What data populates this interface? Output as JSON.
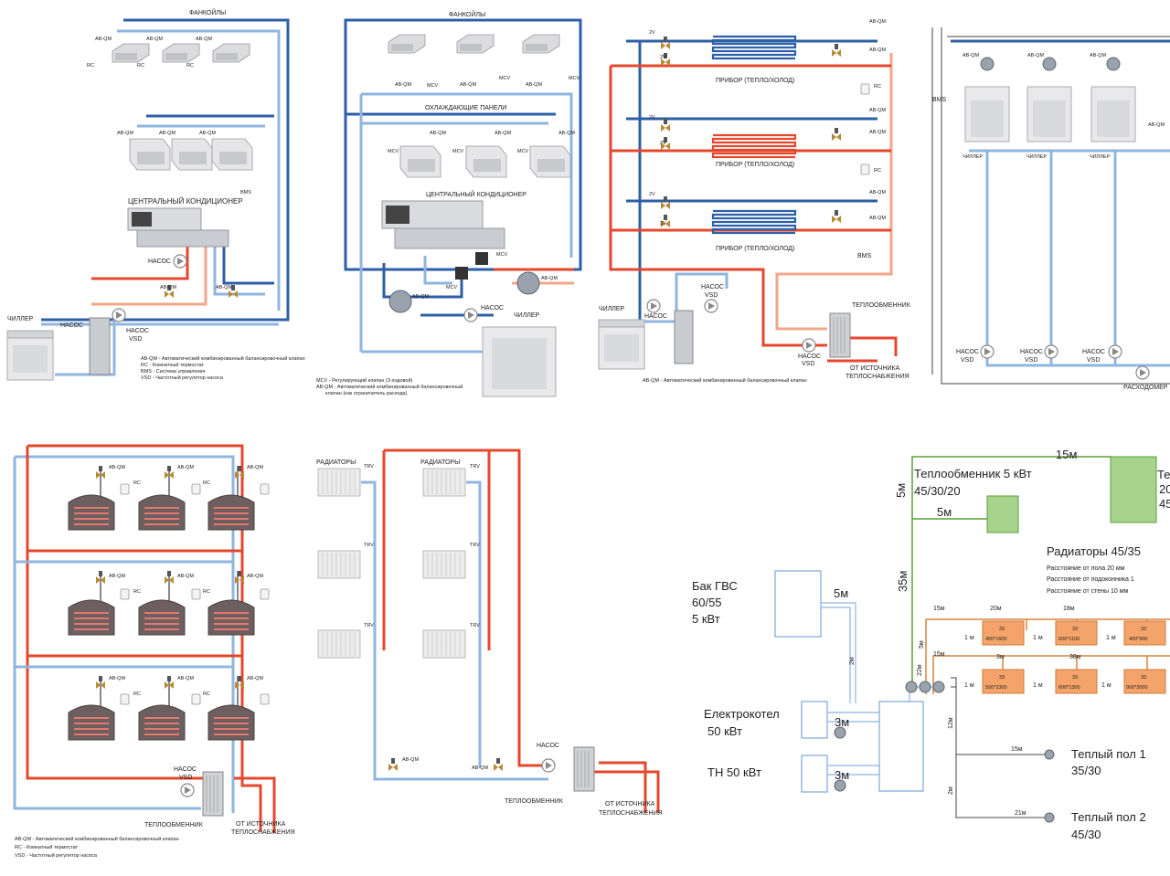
{
  "d1": {
    "fancoils": "ФАНКОЙЛЫ",
    "abqm": "AB-QM",
    "rc": "RC",
    "bms": "BMS",
    "ahu": "ЦЕНТРАЛЬНЫЙ КОНДИЦИОНЕР",
    "pump": "НАСОС",
    "chiller": "ЧИЛЛЕР",
    "pump_vsd_1": "НАСОС",
    "pump_vsd_2": "VSD",
    "legend": [
      "AB-QM - Автоматический комбинированный балансировочный клапан",
      "RC - Комнатный термостат",
      "BMS - Система управления",
      "VSD - Частотный регулятор насоса"
    ]
  },
  "d2": {
    "fancoils": "ФАНКОЙЛЫ",
    "abqm": "AB-QM",
    "mcv": "MCV",
    "panels": "ОХЛАЖДАЮЩИЕ ПАНЕЛИ",
    "ahu": "ЦЕНТРАЛЬНЫЙ КОНДИЦИОНЕР",
    "pump": "НАСОС",
    "chiller": "ЧИЛЛЕР",
    "legend": [
      "MCV - Регулирующий клапан (3-ходовой)",
      "AB-QM - Автоматический комбинированный балансировочный",
      "клапан (как ограничитель расхода)"
    ]
  },
  "d3": {
    "v2": "2V",
    "abqm": "AB-QM",
    "rc": "RC",
    "device": "ПРИБОР (ТЕПЛО/ХОЛОД)",
    "bms": "BMS",
    "chiller": "ЧИЛЛЕР",
    "pump": "НАСОС",
    "pump_vsd_1": "НАСОС",
    "pump_vsd_2": "VSD",
    "hx": "ТЕПЛООБМЕННИК",
    "source_1": "ОТ ИСТОЧНИКА",
    "source_2": "ТЕПЛОСНАБЖЕНИЯ",
    "legend": "AB-QM - Автоматический комбинированный балансировочный клапан"
  },
  "d4": {
    "abqm": "AB-QM",
    "bms": "BMS",
    "chiller": "ЧИЛЛЕР",
    "pump_1": "НАСОС",
    "pump_2": "VSD",
    "flowmeter": "РАСХОДОМЕР"
  },
  "d5": {
    "abqm": "AB-QM",
    "rc": "RC",
    "pump_1": "НАСОС",
    "pump_2": "VSD",
    "hx": "ТЕПЛООБМЕННИК",
    "source_1": "ОТ ИСТОЧНИКА",
    "source_2": "ТЕПЛОСНАБЖЕНИЯ",
    "legend": [
      "AB-QM - Автоматический комбинированный балансировочный клапан",
      "RC - Комнатный термостат",
      "VSD - Частотный регулятор насоса"
    ]
  },
  "d6": {
    "radiators": "РАДИАТОРЫ",
    "trv": "TRV",
    "abqm": "AB-QM",
    "pump": "НАСОС",
    "hx": "ТЕПЛООБМЕННИК",
    "source_1": "ОТ ИСТОЧНИКА",
    "source_2": "ТЕПЛОСНАБЖЕНИЯ"
  },
  "d7": {
    "hx_title": "Теплообменник 5 кВт",
    "hx_temps": "45/30/20",
    "hx2_a": "Те",
    "hx2_b": "20",
    "hx2_c": "45",
    "len_15m": "15м",
    "len_5m_v": "5м",
    "len_5m": "5м",
    "len_35m": "35м",
    "rad_title": "Радиаторы 45/35",
    "rad_note1": "Расстояние от пола 20 мм",
    "rad_note2": "Расстояние от подоконника 1",
    "rad_note3": "Расстояние от стены 10 мм",
    "tank_1": "Бак ГВС",
    "tank_2": "60/55",
    "tank_3": "5 кВт",
    "tank_len": "5м",
    "len_2m": "2м",
    "boiler_1": "Електрокотел",
    "boiler_2": "50 кВт",
    "hp": "ТН  50 кВт",
    "len_3m_a": "3м",
    "len_3m_b": "3м",
    "r1_len": "15м",
    "r1_seg2": "20м",
    "r1_seg3": "18м",
    "r2_len": "15м",
    "r2_seg2": "3м",
    "r2_seg3": "38м",
    "len_22m": "22м",
    "len_5m_b": "5м",
    "drop": "1 м",
    "r1_boxes": [
      {
        "n": "33",
        "s": "400*1600"
      },
      {
        "n": "33",
        "s": "600*1100"
      },
      {
        "n": "33",
        "s": "400*900"
      }
    ],
    "r2_boxes": [
      {
        "n": "33",
        "s": "500*2300"
      },
      {
        "n": "33",
        "s": "600*1300"
      },
      {
        "n": "33",
        "s": "900*3000"
      }
    ],
    "len_12m": "12м",
    "uf1_len": "15м",
    "uf1_a": "Теплый пол 1",
    "uf1_b": "35/30",
    "len_2m_b": "2м",
    "uf2_len": "21м",
    "uf2_a": "Теплый пол 2",
    "uf2_b": "45/30"
  }
}
